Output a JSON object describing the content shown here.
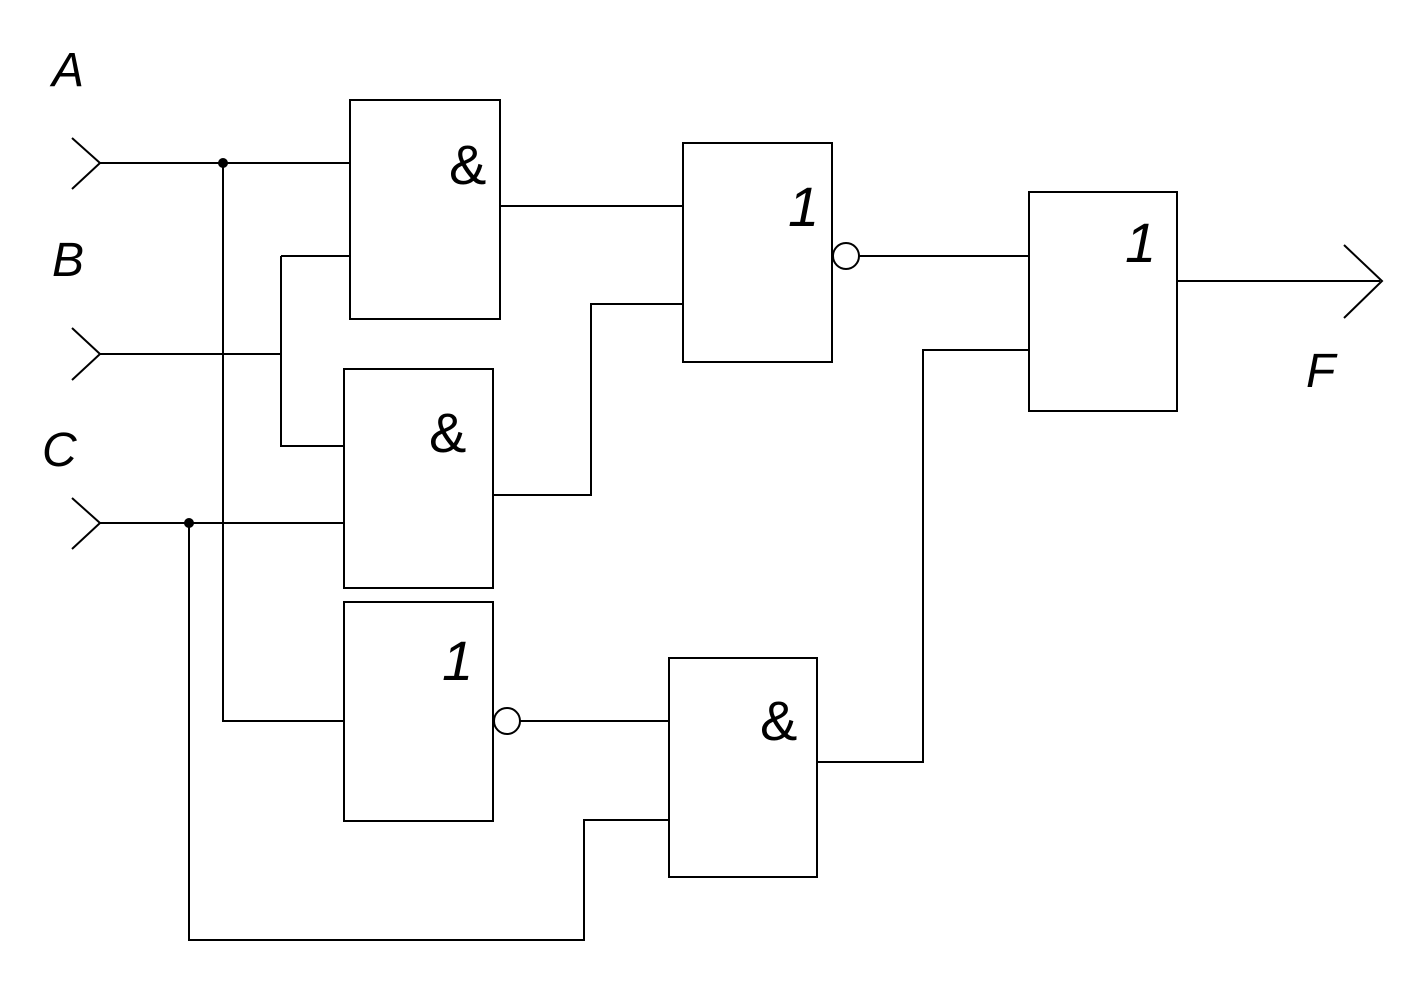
{
  "inputs": [
    {
      "id": "a",
      "label": "A"
    },
    {
      "id": "b",
      "label": "B"
    },
    {
      "id": "c",
      "label": "C"
    }
  ],
  "output": {
    "label": "F"
  },
  "gates": [
    {
      "id": "and1",
      "symbol": "&",
      "inverted_output": false
    },
    {
      "id": "and2",
      "symbol": "&",
      "inverted_output": false
    },
    {
      "id": "nor1",
      "symbol": "1",
      "inverted_output": true
    },
    {
      "id": "nor2",
      "symbol": "1",
      "inverted_output": true
    },
    {
      "id": "and3",
      "symbol": "&",
      "inverted_output": false
    },
    {
      "id": "or1",
      "symbol": "1",
      "inverted_output": false
    }
  ],
  "connections": [
    {
      "from": "A",
      "to": "and1"
    },
    {
      "from": "B",
      "to": "and1"
    },
    {
      "from": "B",
      "to": "and2"
    },
    {
      "from": "C",
      "to": "and2"
    },
    {
      "from": "A",
      "to": "nor2"
    },
    {
      "from": "C",
      "to": "and3"
    },
    {
      "from": "and1",
      "to": "nor1"
    },
    {
      "from": "and2",
      "to": "nor1"
    },
    {
      "from": "nor2",
      "to": "and3"
    },
    {
      "from": "nor1",
      "to": "or1"
    },
    {
      "from": "and3",
      "to": "or1"
    },
    {
      "from": "or1",
      "to": "F"
    }
  ]
}
